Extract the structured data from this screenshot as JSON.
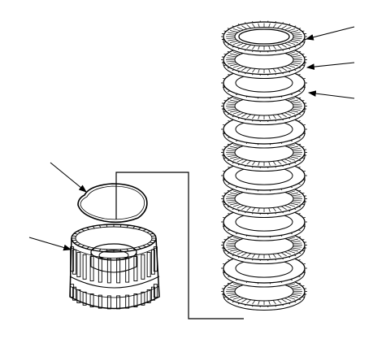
{
  "diagram": {
    "description_visible_text": "",
    "line_color": "#000000",
    "background": "#ffffff",
    "plate_stack": {
      "plate_count": 12,
      "plate_types": [
        "pressure-plate",
        "friction",
        "steel",
        "friction",
        "steel",
        "friction",
        "steel",
        "friction",
        "steel",
        "friction",
        "steel",
        "friction"
      ]
    },
    "callouts": {
      "count": 5
    }
  }
}
